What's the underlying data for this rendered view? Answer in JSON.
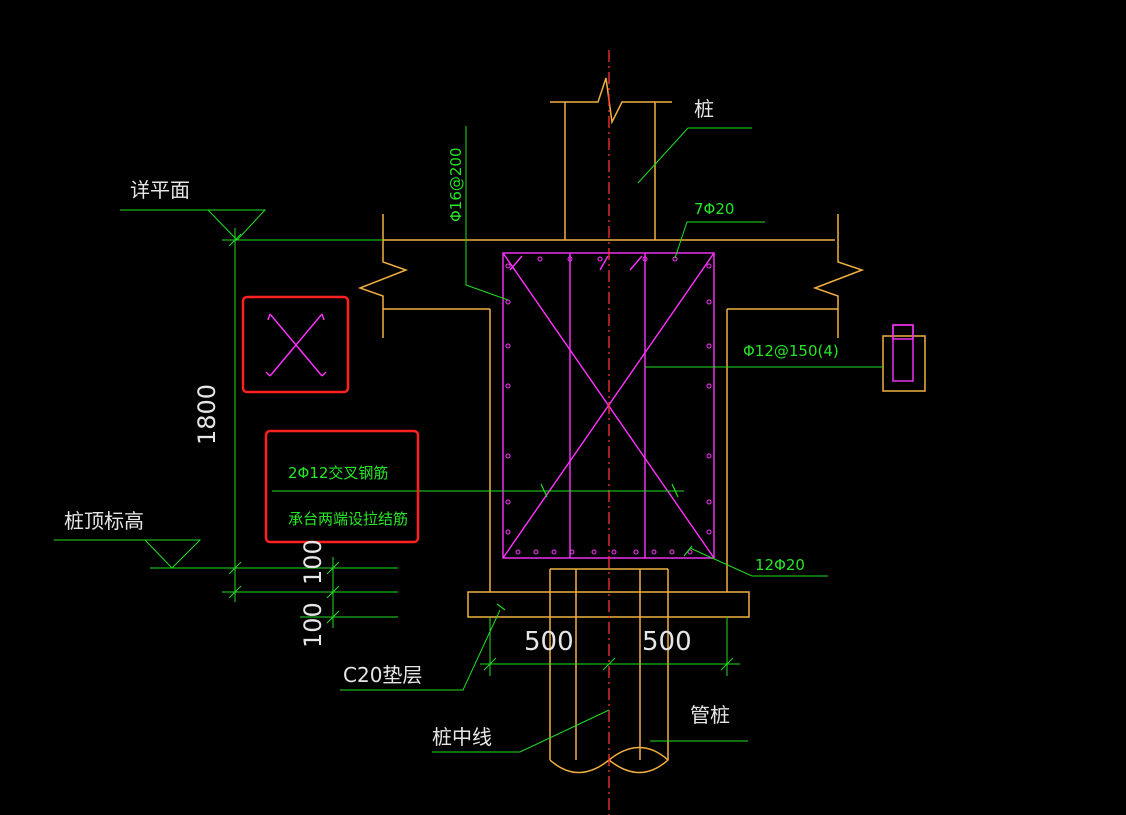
{
  "drawing": {
    "background": "#000000",
    "colors": {
      "concrete": "#f0b040",
      "rebar": "#ff33ff",
      "leader": "#22dd22",
      "centerline": "#ff3030",
      "highlight": "#ff2020",
      "text": "#e6e6e6",
      "green_text": "#26e626"
    },
    "labels": {
      "pile": "桩",
      "detail_plan": "详平面",
      "pile_top_elevation": "桩顶标高",
      "c20_cushion": "C20垫层",
      "pile_centerline": "桩中线",
      "pipe_pile": "管桩"
    },
    "rebar_labels": {
      "vertical_bars": "Φ16@200",
      "top_bars": "7Φ20",
      "stirrups": "Φ12@150(4)",
      "bottom_bars": "12Φ20"
    },
    "dimensions": {
      "height": "1800",
      "dim_100_upper": "100",
      "dim_100_lower": "100",
      "half_width_left": "500",
      "half_width_right": "500"
    },
    "note_box": {
      "line1": "2Φ12交叉钢筋",
      "line2": "承台两端设拉结筋"
    },
    "icon_box": {
      "icon": "cross-rebar-icon"
    }
  }
}
